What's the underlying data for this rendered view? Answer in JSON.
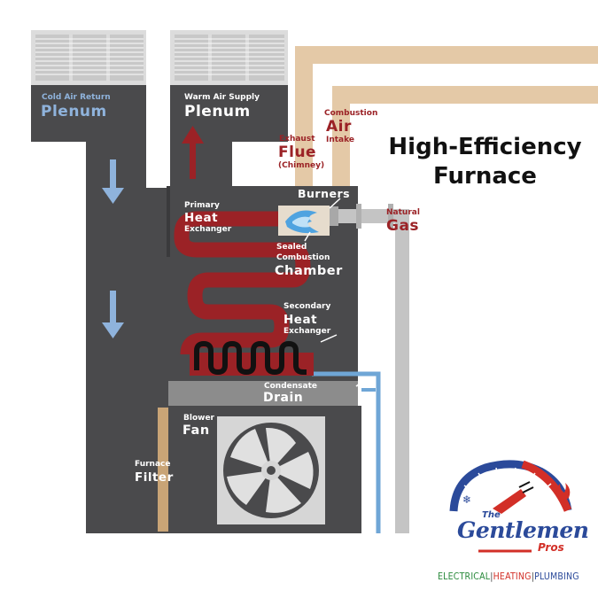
{
  "title": {
    "line1": "High-Efficiency",
    "line2": "Furnace"
  },
  "labels": {
    "cold_air_return_small": "Cold Air Return",
    "cold_air_return_big": "Plenum",
    "warm_air_supply_small": "Warm Air Supply",
    "warm_air_supply_big": "Plenum",
    "exhaust_small": "Exhaust",
    "flue_big": "Flue",
    "chimney_small": "(Chimney)",
    "combustion_small": "Combustion",
    "air_big": "Air",
    "intake_small": "Intake",
    "burners": "Burners",
    "natural_small": "Natural",
    "gas_big": "Gas",
    "primary_small": "Primary",
    "heat_big_1": "Heat",
    "exchanger_small_1": "Exchanger",
    "sealed_small": "Sealed",
    "combustion_small_2": "Combustion",
    "chamber_big": "Chamber",
    "secondary_small": "Secondary",
    "heat_big_2": "Heat",
    "exchanger_small_2": "Exchanger",
    "condensate_small": "Condensate",
    "drain_big": "Drain",
    "blower_small": "Blower",
    "fan_big": "Fan",
    "furnace_small": "Furnace",
    "filter_big": "Filter"
  },
  "logo": {
    "the": "The",
    "name": "Gentlemen",
    "pros": "Pros",
    "electrical": "ELECTRICAL",
    "heating": "HEATING",
    "plumbing": "PLUMBING",
    "sep": "|"
  },
  "colors": {
    "duct": "#4a4a4c",
    "duct_dark": "#3d3d3f",
    "pipe_tan": "#e4c9a7",
    "gas_pipe": "#c4c4c4",
    "heat_red": "#9b2226",
    "drain_blue": "#6fa6d6",
    "arrow_blue": "#8fb3dc",
    "filter": "#c9a476",
    "logo_blue": "#2b4a9a",
    "logo_red": "#d22f27",
    "logo_green": "#2a8a3c"
  }
}
